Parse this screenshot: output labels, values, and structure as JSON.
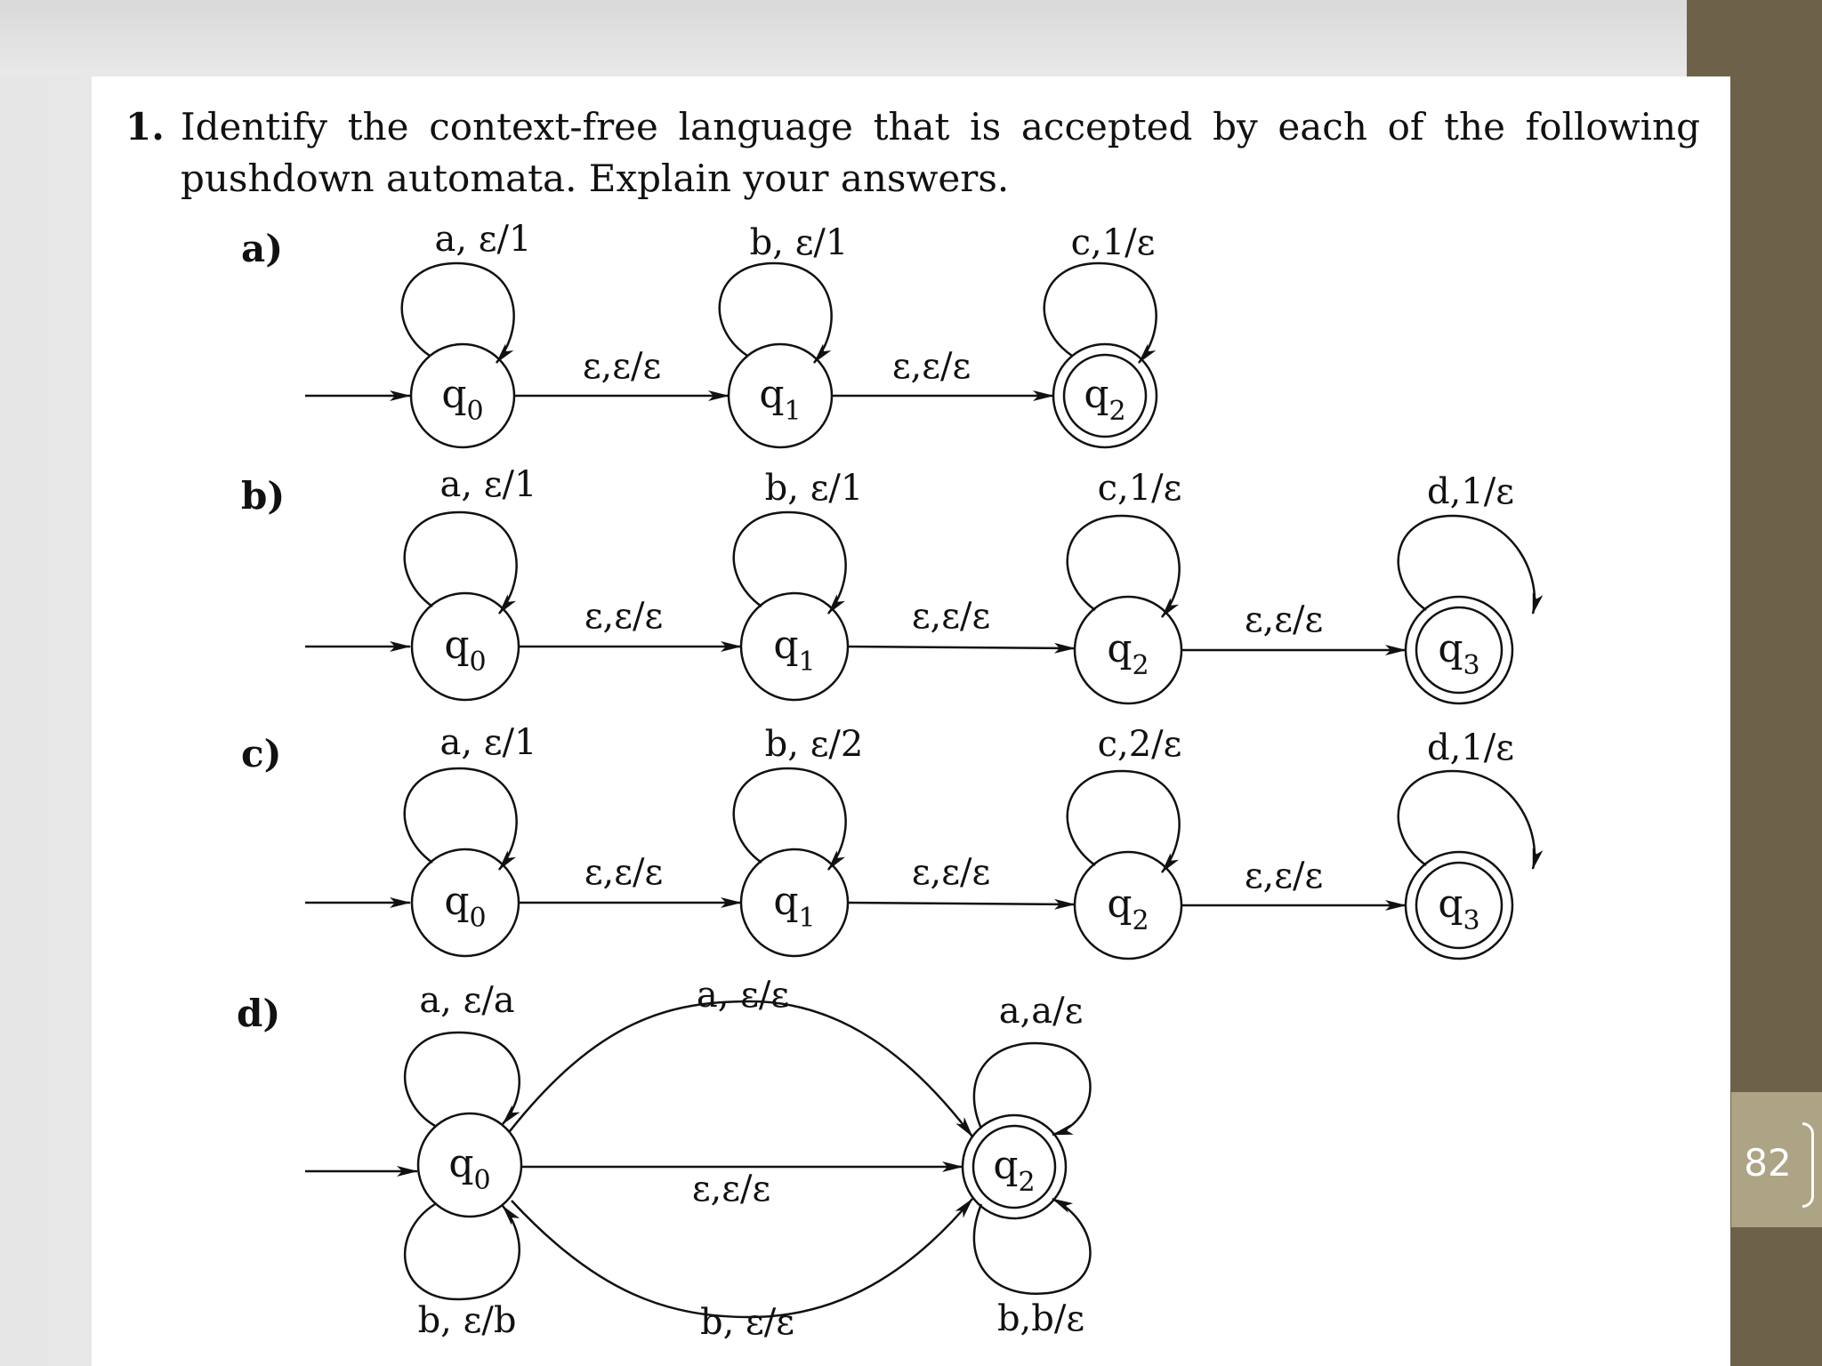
{
  "question": {
    "number": "1.",
    "text": "Identify the context-free language that is accepted by each of the following pushdown automata. Explain your answers."
  },
  "page_number": "82",
  "parts": {
    "a": {
      "label": "a)",
      "states": [
        {
          "name": "q",
          "sub": "0",
          "accepting": false
        },
        {
          "name": "q",
          "sub": "1",
          "accepting": false
        },
        {
          "name": "q",
          "sub": "2",
          "accepting": true
        }
      ],
      "loops": [
        "a, ε/1",
        "b, ε/1",
        "c,1/ε"
      ],
      "edges": [
        "ε,ε/ε",
        "ε,ε/ε"
      ]
    },
    "b": {
      "label": "b)",
      "states": [
        {
          "name": "q",
          "sub": "0",
          "accepting": false
        },
        {
          "name": "q",
          "sub": "1",
          "accepting": false
        },
        {
          "name": "q",
          "sub": "2",
          "accepting": false
        },
        {
          "name": "q",
          "sub": "3",
          "accepting": true
        }
      ],
      "loops": [
        "a, ε/1",
        "b, ε/1",
        "c,1/ε",
        "d,1/ε"
      ],
      "edges": [
        "ε,ε/ε",
        "ε,ε/ε",
        "ε,ε/ε"
      ]
    },
    "c": {
      "label": "c)",
      "states": [
        {
          "name": "q",
          "sub": "0",
          "accepting": false
        },
        {
          "name": "q",
          "sub": "1",
          "accepting": false
        },
        {
          "name": "q",
          "sub": "2",
          "accepting": false
        },
        {
          "name": "q",
          "sub": "3",
          "accepting": true
        }
      ],
      "loops": [
        "a, ε/1",
        "b, ε/2",
        "c,2/ε",
        "d,1/ε"
      ],
      "edges": [
        "ε,ε/ε",
        "ε,ε/ε",
        "ε,ε/ε"
      ]
    },
    "d": {
      "label": "d)",
      "states": [
        {
          "name": "q",
          "sub": "0",
          "accepting": false
        },
        {
          "name": "q",
          "sub": "2",
          "accepting": true
        }
      ],
      "loops": {
        "q0_top": "a, ε/a",
        "q0_bottom": "b, ε/b",
        "q2_top": "a,a/ε",
        "q2_bottom": "b,b/ε"
      },
      "edges": {
        "upper": "a, ε/ε",
        "middle": "ε,ε/ε",
        "lower": "b, ε/ε"
      }
    }
  }
}
